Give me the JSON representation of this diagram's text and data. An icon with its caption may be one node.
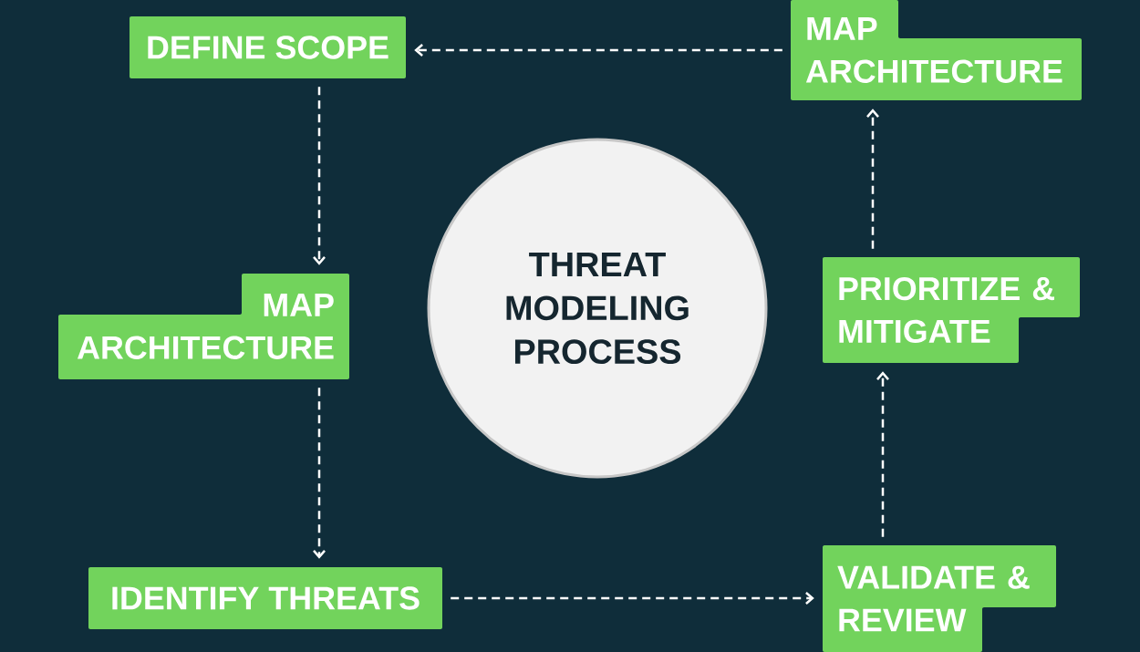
{
  "diagram": {
    "nodes": [
      {
        "text": [
          "DEFINE SCOPE"
        ]
      },
      {
        "text": [
          "MAP ARCHITECTURE"
        ]
      },
      {
        "text": [
          "MAP ARCHITECTURE"
        ]
      },
      {
        "text": [
          "THREAT MODELING PROCESS"
        ]
      },
      {
        "text": [
          "PRIORITIZE & MITIGATE"
        ]
      },
      {
        "text": [
          "IDENTIFY THREATS"
        ]
      },
      {
        "text": [
          "VALIDATE & REVIEW"
        ]
      }
    ],
    "edges": [
      {
        "from": 1,
        "to": 0,
        "arrow": "to",
        "style": "dashed"
      },
      {
        "from": 0,
        "to": 2,
        "arrow": "to",
        "style": "dashed"
      },
      {
        "from": 2,
        "to": 5,
        "arrow": "to",
        "style": "dashed"
      },
      {
        "from": 5,
        "to": 6,
        "arrow": "to",
        "style": "dashed"
      },
      {
        "from": 6,
        "to": 4,
        "arrow": "to",
        "style": "dashed"
      },
      {
        "from": 4,
        "to": 1,
        "arrow": "to",
        "style": "dashed"
      }
    ]
  }
}
